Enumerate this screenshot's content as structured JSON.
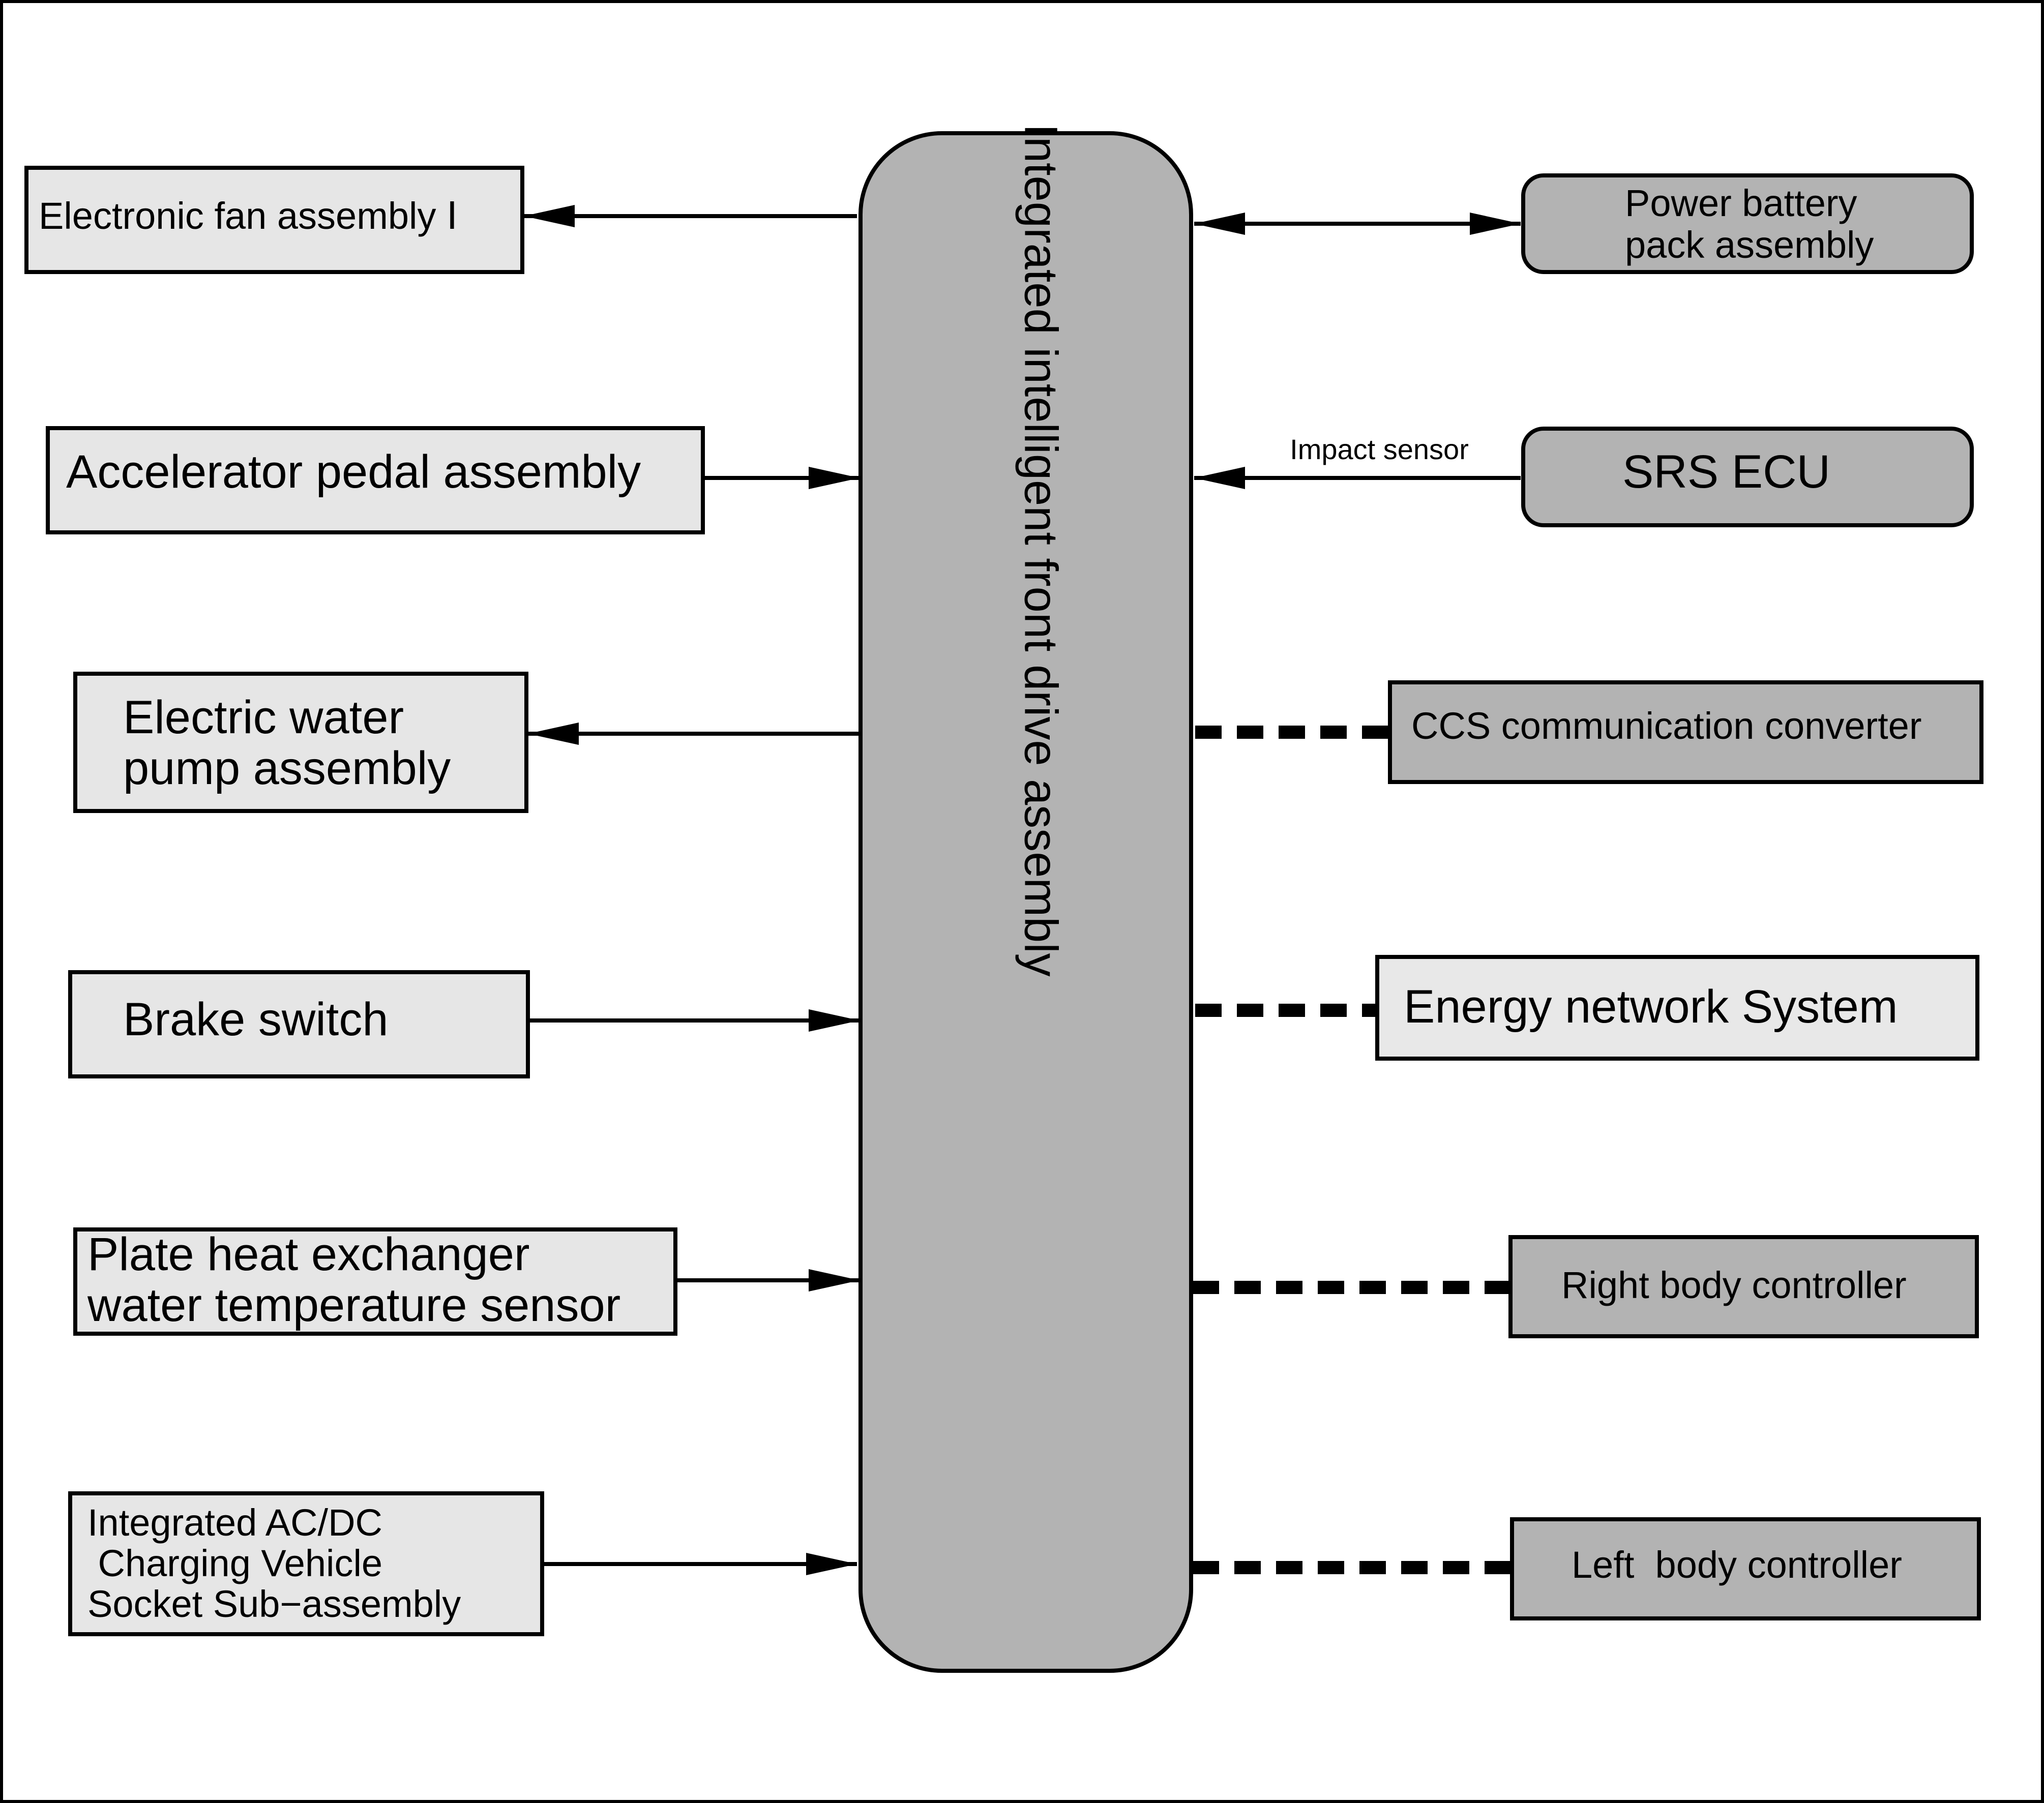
{
  "center": {
    "label": "Integrated intelligent front drive assembly"
  },
  "left_nodes": [
    {
      "id": "fan",
      "lines": [
        "Electronic fan assembly  Ⅰ"
      ],
      "direction": "from-center"
    },
    {
      "id": "accel",
      "lines": [
        "Accelerator pedal assembly"
      ],
      "direction": "to-center"
    },
    {
      "id": "pump",
      "lines": [
        "Electric water",
        "pump assembly"
      ],
      "direction": "from-center"
    },
    {
      "id": "brake",
      "lines": [
        "Brake switch"
      ],
      "direction": "to-center"
    },
    {
      "id": "plate",
      "lines": [
        "Plate heat exchanger",
        "water temperature sensor"
      ],
      "direction": "to-center"
    },
    {
      "id": "socket",
      "lines": [
        "Integrated AC/DC",
        " Charging Vehicle",
        "Socket Sub−assembly"
      ],
      "direction": "to-center"
    }
  ],
  "right_nodes": [
    {
      "id": "battery",
      "lines": [
        "Power battery",
        "pack assembly"
      ],
      "connection": "bidirectional"
    },
    {
      "id": "srs",
      "lines": [
        "SRS ECU"
      ],
      "connection": "to-center",
      "edge_label": "Impact sensor"
    },
    {
      "id": "ccs",
      "lines": [
        "CCS communication converter"
      ],
      "connection": "dashed"
    },
    {
      "id": "energy",
      "lines": [
        "Energy network System"
      ],
      "connection": "dashed"
    },
    {
      "id": "rbc",
      "lines": [
        "Right body controller"
      ],
      "connection": "dashed"
    },
    {
      "id": "lbc",
      "lines": [
        "Left  body controller"
      ],
      "connection": "dashed"
    }
  ],
  "colors": {
    "center_fill": "#b3b3b3",
    "left_fill": "#e6e6e6",
    "right_dark_fill": "#b3b3b3",
    "right_light_fill": "#e8e8e8",
    "stroke": "#000000"
  }
}
